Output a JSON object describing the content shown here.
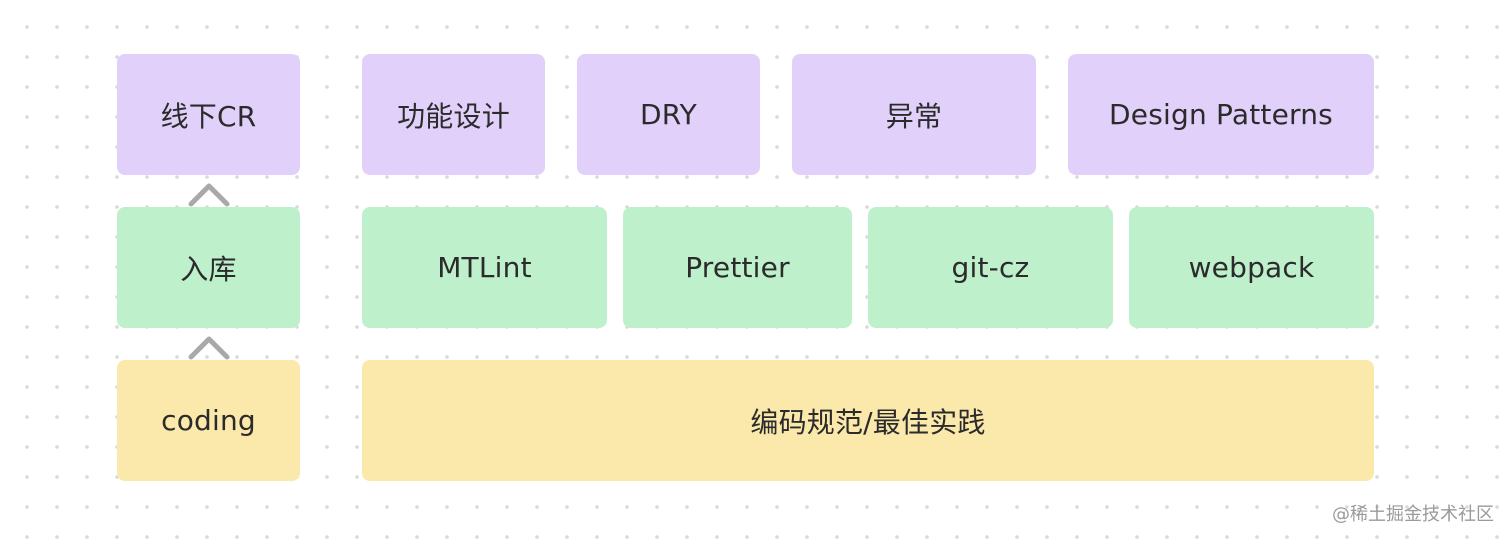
{
  "rows": {
    "top": {
      "left": "线下CR",
      "items": [
        "功能设计",
        "DRY",
        "异常",
        "Design Patterns"
      ]
    },
    "middle": {
      "left": "入库",
      "items": [
        "MTLint",
        "Prettier",
        "git-cz",
        "webpack"
      ]
    },
    "bottom": {
      "left": "coding",
      "items": [
        "编码规范/最佳实践"
      ]
    }
  },
  "arrows": [
    "arrow-up-icon",
    "arrow-up-icon"
  ],
  "colors": {
    "purple": "#e1d0f9",
    "green": "#bef0cb",
    "yellow": "#fbe8ab",
    "arrow": "#a9a9a9"
  },
  "watermark": "@稀土掘金技术社区"
}
